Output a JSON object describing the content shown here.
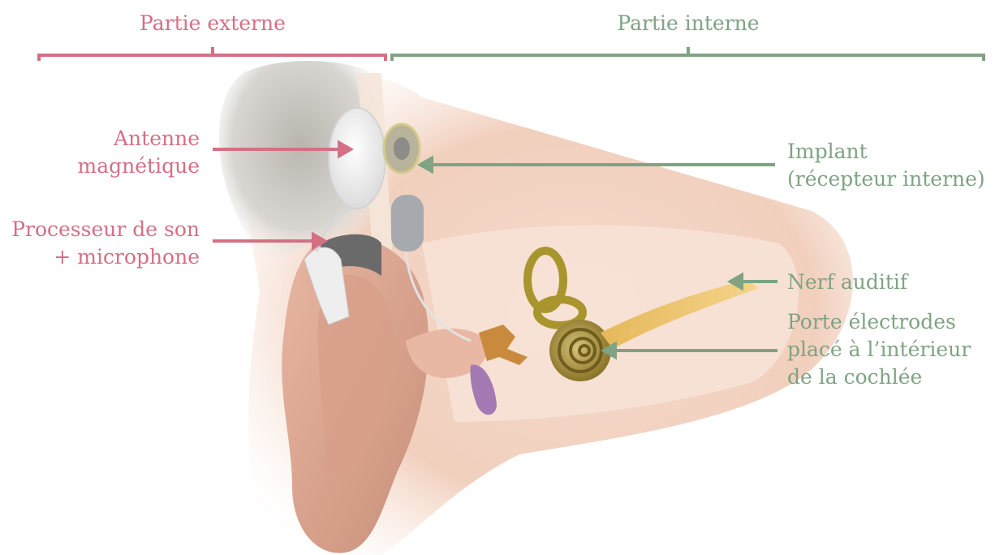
{
  "colors": {
    "external": "#d56f84",
    "internal": "#7fa383"
  },
  "headers": {
    "external": "Partie externe",
    "internal": "Partie interne"
  },
  "labels": {
    "antenna": [
      "Antenne",
      "magnétique"
    ],
    "processor": [
      "Processeur de son",
      "+ microphone"
    ],
    "implant": [
      "Implant",
      "(récepteur interne)"
    ],
    "nerve": "Nerf auditif",
    "electrodes": [
      "Porte électrodes",
      "placé à l’intérieur",
      "de la cochlée"
    ]
  },
  "illustration": {
    "description_icon": "ear-cochlear-implant-illustration"
  }
}
